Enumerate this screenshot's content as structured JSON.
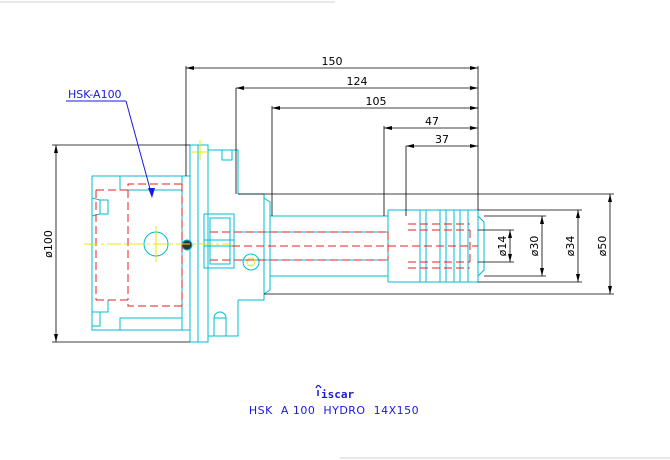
{
  "drawing": {
    "callout_label": "HSK-A100",
    "caption": "HSK  A 100  HYDRO  14X150",
    "logo_text": "iscar",
    "dimensions": {
      "length_150": "150",
      "length_124": "124",
      "length_105": "105",
      "length_47": "47",
      "length_37": "37",
      "dia_100": "ø100",
      "dia_14": "ø14",
      "dia_30": "ø30",
      "dia_34": "ø34",
      "dia_50": "ø50"
    }
  },
  "colors": {
    "outline": "#00bcd4",
    "hidden": "#e02020",
    "centerline": "#e8e800",
    "dimension": "#000000",
    "annotation": "#1a1adb"
  }
}
